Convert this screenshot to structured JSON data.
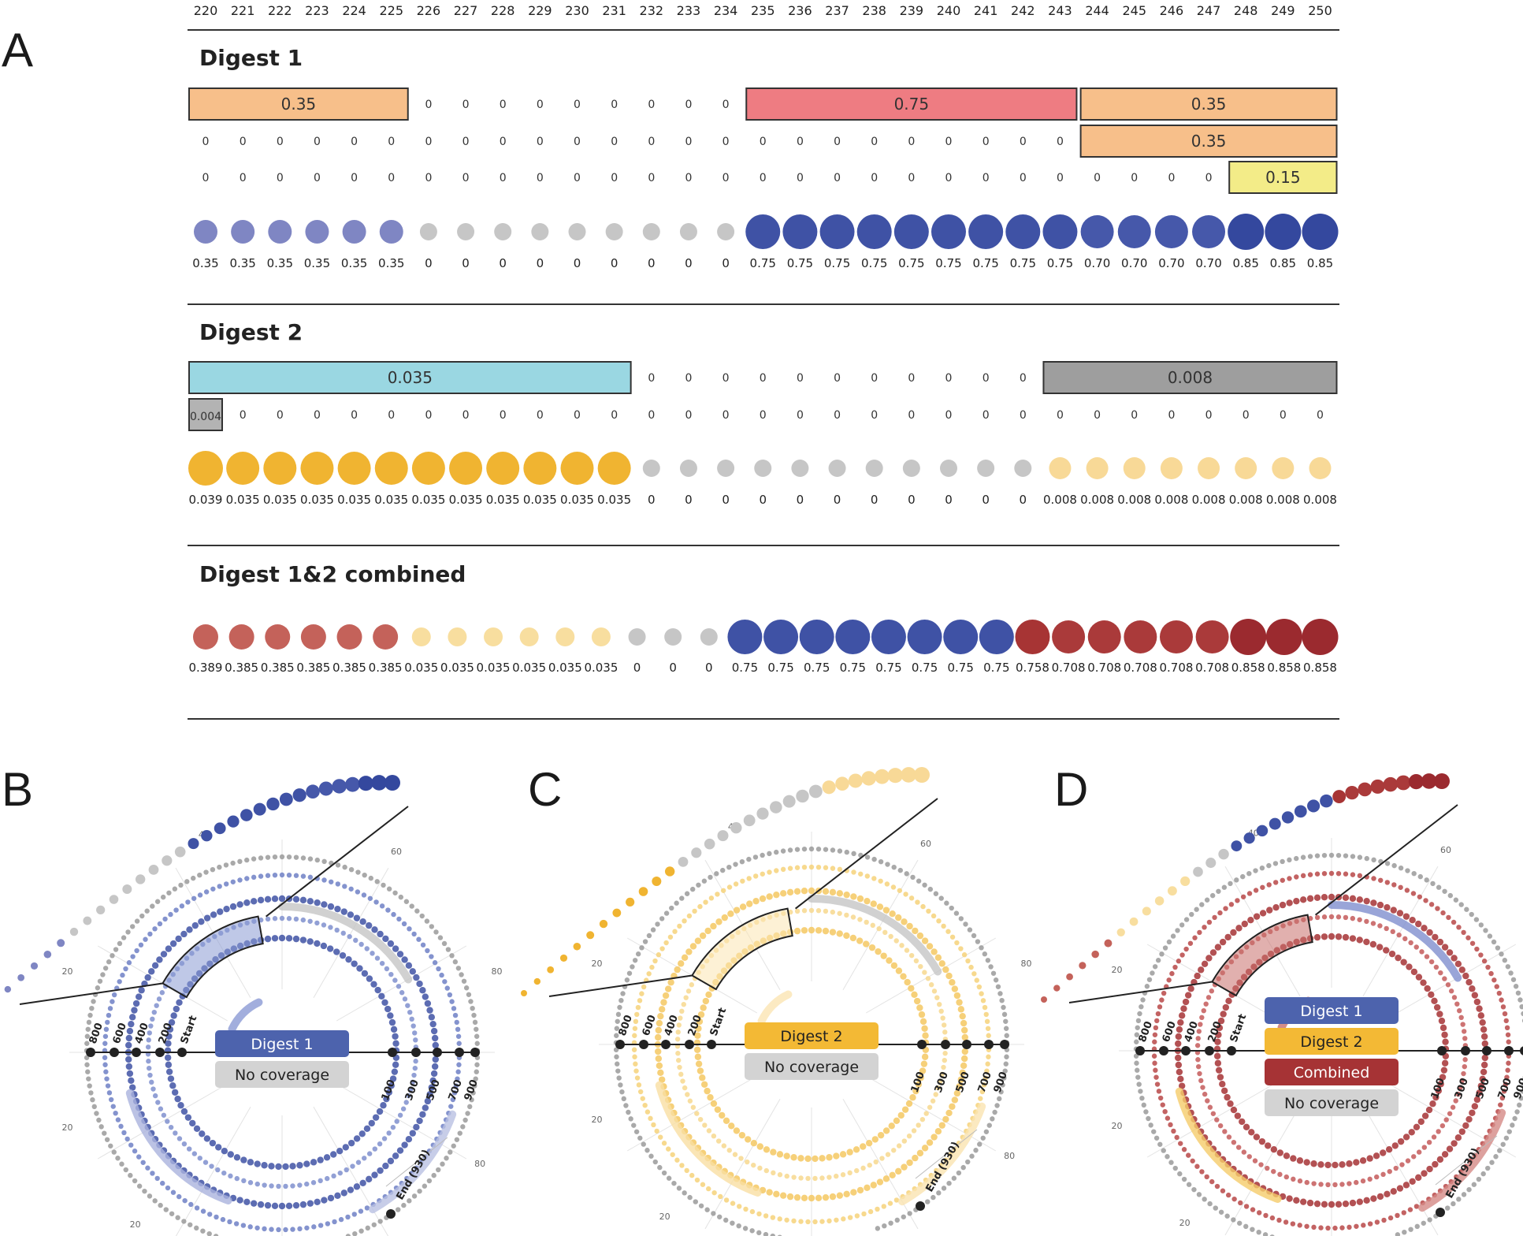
{
  "positions": [
    "220",
    "221",
    "222",
    "223",
    "224",
    "225",
    "226",
    "227",
    "228",
    "229",
    "230",
    "231",
    "232",
    "233",
    "234",
    "235",
    "236",
    "237",
    "238",
    "239",
    "240",
    "241",
    "242",
    "243",
    "244",
    "245",
    "246",
    "247",
    "248",
    "249",
    "250"
  ],
  "panel_labels": {
    "A": "A",
    "B": "B",
    "C": "C",
    "D": "D"
  },
  "digest1": {
    "title": "Digest 1",
    "rows": [
      {
        "zeros": [
          6,
          7,
          8,
          9,
          10,
          11,
          12,
          13,
          14
        ],
        "bars": [
          {
            "start": 0,
            "end": 5,
            "label": "0.35",
            "color": "#f7bf8a"
          },
          {
            "start": 15,
            "end": 23,
            "label": "0.75",
            "color": "#ee7c82"
          },
          {
            "start": 24,
            "end": 30,
            "label": "0.35",
            "color": "#f7bf8a"
          }
        ]
      },
      {
        "zeros": [
          0,
          1,
          2,
          3,
          4,
          5,
          6,
          7,
          8,
          9,
          10,
          11,
          12,
          13,
          14,
          15,
          16,
          17,
          18,
          19,
          20,
          21,
          22,
          23
        ],
        "bars": [
          {
            "start": 24,
            "end": 30,
            "label": "0.35",
            "color": "#f7bf8a"
          }
        ]
      },
      {
        "zeros": [
          0,
          1,
          2,
          3,
          4,
          5,
          6,
          7,
          8,
          9,
          10,
          11,
          12,
          13,
          14,
          15,
          16,
          17,
          18,
          19,
          20,
          21,
          22,
          23,
          24,
          25,
          26,
          27
        ],
        "bars": [
          {
            "start": 28,
            "end": 30,
            "label": "0.15",
            "color": "#f3ec88"
          }
        ]
      }
    ],
    "values": [
      "0.35",
      "0.35",
      "0.35",
      "0.35",
      "0.35",
      "0.35",
      "0",
      "0",
      "0",
      "0",
      "0",
      "0",
      "0",
      "0",
      "0",
      "0.75",
      "0.75",
      "0.75",
      "0.75",
      "0.75",
      "0.75",
      "0.75",
      "0.75",
      "0.75",
      "0.70",
      "0.70",
      "0.70",
      "0.70",
      "0.85",
      "0.85",
      "0.85"
    ],
    "dot_sizes": [
      15,
      15,
      15,
      15,
      15,
      15,
      11,
      11,
      11,
      11,
      11,
      11,
      11,
      11,
      11,
      22,
      22,
      22,
      22,
      22,
      22,
      22,
      22,
      22,
      21,
      21,
      21,
      21,
      23,
      23,
      23
    ],
    "dot_colors": [
      "#7f86c3",
      "#7f86c3",
      "#7f86c3",
      "#7f86c3",
      "#7f86c3",
      "#7f86c3",
      "#c6c6c6",
      "#c6c6c6",
      "#c6c6c6",
      "#c6c6c6",
      "#c6c6c6",
      "#c6c6c6",
      "#c6c6c6",
      "#c6c6c6",
      "#c6c6c6",
      "#3f52a5",
      "#3f52a5",
      "#3f52a5",
      "#3f52a5",
      "#3f52a5",
      "#3f52a5",
      "#3f52a5",
      "#3f52a5",
      "#3f52a5",
      "#4658aa",
      "#4658aa",
      "#4658aa",
      "#4658aa",
      "#34489e",
      "#34489e",
      "#34489e"
    ]
  },
  "digest2": {
    "title": "Digest 2",
    "rows": [
      {
        "zeros": [
          12,
          13,
          14,
          15,
          16,
          17,
          18,
          19,
          20,
          21,
          22
        ],
        "bars": [
          {
            "start": 0,
            "end": 11,
            "label": "0.035",
            "color": "#9ad7e2"
          },
          {
            "start": 23,
            "end": 30,
            "label": "0.008",
            "color": "#9e9e9e"
          }
        ]
      },
      {
        "zeros": [
          1,
          2,
          3,
          4,
          5,
          6,
          7,
          8,
          9,
          10,
          11,
          12,
          13,
          14,
          15,
          16,
          17,
          18,
          19,
          20,
          21,
          22,
          23,
          24,
          25,
          26,
          27,
          28,
          29,
          30
        ],
        "bars": [
          {
            "start": 0,
            "end": 0,
            "label": "0.004",
            "color": "#b3b3b3"
          }
        ]
      }
    ],
    "values": [
      "0.039",
      "0.035",
      "0.035",
      "0.035",
      "0.035",
      "0.035",
      "0.035",
      "0.035",
      "0.035",
      "0.035",
      "0.035",
      "0.035",
      "0",
      "0",
      "0",
      "0",
      "0",
      "0",
      "0",
      "0",
      "0",
      "0",
      "0",
      "0.008",
      "0.008",
      "0.008",
      "0.008",
      "0.008",
      "0.008",
      "0.008",
      "0.008"
    ],
    "dot_sizes": [
      22,
      21,
      21,
      21,
      21,
      21,
      21,
      21,
      21,
      21,
      21,
      21,
      11,
      11,
      11,
      11,
      11,
      11,
      11,
      11,
      11,
      11,
      11,
      14,
      14,
      14,
      14,
      14,
      14,
      14,
      14
    ],
    "dot_colors": [
      "#f0b431",
      "#f0b431",
      "#f0b431",
      "#f0b431",
      "#f0b431",
      "#f0b431",
      "#f0b431",
      "#f0b431",
      "#f0b431",
      "#f0b431",
      "#f0b431",
      "#f0b431",
      "#c6c6c6",
      "#c6c6c6",
      "#c6c6c6",
      "#c6c6c6",
      "#c6c6c6",
      "#c6c6c6",
      "#c6c6c6",
      "#c6c6c6",
      "#c6c6c6",
      "#c6c6c6",
      "#c6c6c6",
      "#f8d997",
      "#f8d997",
      "#f8d997",
      "#f8d997",
      "#f8d997",
      "#f8d997",
      "#f8d997",
      "#f8d997"
    ]
  },
  "combined": {
    "title": "Digest 1&2 combined",
    "values": [
      "0.389",
      "0.385",
      "0.385",
      "0.385",
      "0.385",
      "0.385",
      "0.035",
      "0.035",
      "0.035",
      "0.035",
      "0.035",
      "0.035",
      "0",
      "0",
      "0",
      "0.75",
      "0.75",
      "0.75",
      "0.75",
      "0.75",
      "0.75",
      "0.75",
      "0.75",
      "0.758",
      "0.708",
      "0.708",
      "0.708",
      "0.708",
      "0.708",
      "0.858",
      "0.858",
      "0.858"
    ],
    "dot_sizes": [
      16,
      16,
      16,
      16,
      16,
      16,
      12,
      12,
      12,
      12,
      12,
      12,
      11,
      11,
      11,
      22,
      22,
      22,
      22,
      22,
      22,
      22,
      22,
      22,
      21,
      21,
      21,
      21,
      21,
      23,
      23,
      23
    ],
    "dot_colors": [
      "#c4625a",
      "#c4625a",
      "#c4625a",
      "#c4625a",
      "#c4625a",
      "#c4625a",
      "#f8de9f",
      "#f8de9f",
      "#f8de9f",
      "#f8de9f",
      "#f8de9f",
      "#f8de9f",
      "#c6c6c6",
      "#c6c6c6",
      "#c6c6c6",
      "#3f52a5",
      "#3f52a5",
      "#3f52a5",
      "#3f52a5",
      "#3f52a5",
      "#3f52a5",
      "#3f52a5",
      "#3f52a5",
      "#a73434",
      "#aa3a3a",
      "#aa3a3a",
      "#aa3a3a",
      "#aa3a3a",
      "#aa3a3a",
      "#9b2a2f",
      "#9b2a2f",
      "#9b2a2f"
    ]
  },
  "circles": {
    "B": {
      "legend": [
        {
          "label": "Digest 1",
          "color": "#4d63ad",
          "text_color": "#ffffff"
        },
        {
          "label": "No coverage",
          "color": "#d3d3d3",
          "text_color": "#222222"
        }
      ],
      "ring_colors": [
        "#3f52a5",
        "#7f8fce",
        "#3f52a5",
        "#6f80c6"
      ],
      "band_colors": [
        "#8b9ad4",
        "#aab3dd",
        "#c5c5c5",
        "#b9c0e2"
      ]
    },
    "C": {
      "legend": [
        {
          "label": "Digest 2",
          "color": "#f3b935",
          "text_color": "#222222"
        },
        {
          "label": "No coverage",
          "color": "#d3d3d3",
          "text_color": "#222222"
        }
      ],
      "ring_colors": [
        "#f4c862",
        "#f7d88e",
        "#f4c862",
        "#f6d27a"
      ],
      "band_colors": [
        "#fbe5b3",
        "#f9dfa2",
        "#c5c5c5",
        "#fae3b0"
      ]
    },
    "D": {
      "legend": [
        {
          "label": "Digest 1",
          "color": "#4d63ad",
          "text_color": "#ffffff"
        },
        {
          "label": "Digest 2",
          "color": "#f3b935",
          "text_color": "#222222"
        },
        {
          "label": "Combined",
          "color": "#a63335",
          "text_color": "#ffffff"
        },
        {
          "label": "No coverage",
          "color": "#d3d3d3",
          "text_color": "#222222"
        }
      ],
      "ring_colors": [
        "#a63335",
        "#c45a5a",
        "#a63335",
        "#b94848"
      ],
      "band_colors": [
        "#c9706c",
        "#f5cc6a",
        "#7f8fce",
        "#d48a86"
      ]
    },
    "ring_labels_left": [
      "800",
      "600",
      "400",
      "200",
      "Start"
    ],
    "ring_labels_right": [
      "100",
      "300",
      "500",
      "700",
      "900"
    ],
    "end_label": "End (930)",
    "ticks": [
      "20",
      "40",
      "60",
      "80",
      "20",
      "40",
      "60",
      "80",
      "20"
    ]
  },
  "arcs": {
    "B": [
      "#7f86c3",
      "#7f86c3",
      "#7f86c3",
      "#7f86c3",
      "#7f86c3",
      "#7f86c3",
      "#c6c6c6",
      "#c6c6c6",
      "#c6c6c6",
      "#c6c6c6",
      "#c6c6c6",
      "#c6c6c6",
      "#c6c6c6",
      "#c6c6c6",
      "#c6c6c6",
      "#3f52a5",
      "#3f52a5",
      "#3f52a5",
      "#3f52a5",
      "#3f52a5",
      "#3f52a5",
      "#3f52a5",
      "#3f52a5",
      "#3f52a5",
      "#4658aa",
      "#4658aa",
      "#4658aa",
      "#4658aa",
      "#34489e",
      "#34489e",
      "#34489e"
    ],
    "C": [
      "#f0b431",
      "#f0b431",
      "#f0b431",
      "#f0b431",
      "#f0b431",
      "#f0b431",
      "#f0b431",
      "#f0b431",
      "#f0b431",
      "#f0b431",
      "#f0b431",
      "#f0b431",
      "#c6c6c6",
      "#c6c6c6",
      "#c6c6c6",
      "#c6c6c6",
      "#c6c6c6",
      "#c6c6c6",
      "#c6c6c6",
      "#c6c6c6",
      "#c6c6c6",
      "#c6c6c6",
      "#c6c6c6",
      "#f8d997",
      "#f8d997",
      "#f8d997",
      "#f8d997",
      "#f8d997",
      "#f8d997",
      "#f8d997",
      "#f8d997"
    ],
    "D": [
      "#c4625a",
      "#c4625a",
      "#c4625a",
      "#c4625a",
      "#c4625a",
      "#c4625a",
      "#f8de9f",
      "#f8de9f",
      "#f8de9f",
      "#f8de9f",
      "#f8de9f",
      "#f8de9f",
      "#c6c6c6",
      "#c6c6c6",
      "#c6c6c6",
      "#3f52a5",
      "#3f52a5",
      "#3f52a5",
      "#3f52a5",
      "#3f52a5",
      "#3f52a5",
      "#3f52a5",
      "#3f52a5",
      "#a73434",
      "#aa3a3a",
      "#aa3a3a",
      "#aa3a3a",
      "#aa3a3a",
      "#aa3a3a",
      "#9b2a2f",
      "#9b2a2f",
      "#9b2a2f"
    ]
  }
}
